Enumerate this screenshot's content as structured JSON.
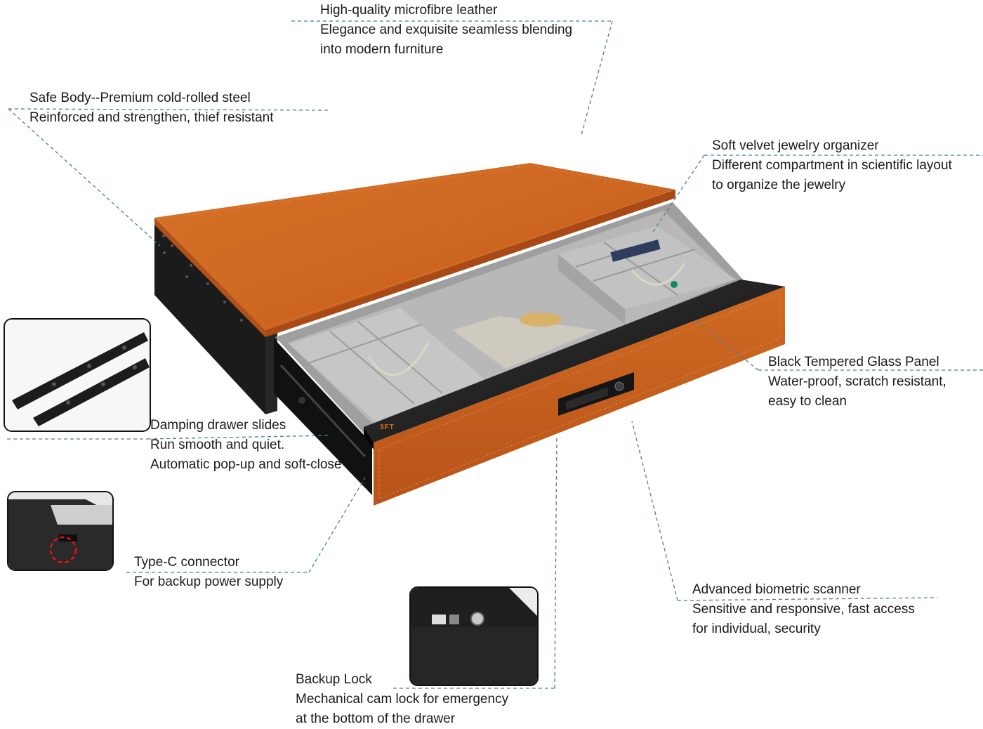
{
  "callouts": {
    "leather": {
      "title": "High-quality microfibre leather",
      "lines": [
        "Elegance and exquisite seamless blending",
        "into modern furniture"
      ]
    },
    "safe_body": {
      "title": "Safe Body--Premium cold-rolled steel",
      "lines": [
        "Reinforced and strengthen, thief resistant"
      ]
    },
    "organizer": {
      "title": "Soft velvet jewelry organizer",
      "lines": [
        "Different compartment in scientific layout",
        "to organize the jewelry"
      ]
    },
    "glass_panel": {
      "title": "Black Tempered Glass Panel",
      "lines": [
        "Water-proof, scratch resistant,",
        "easy to clean"
      ]
    },
    "slides": {
      "title": "Damping drawer slides",
      "lines": [
        "Run smooth and quiet.",
        "Automatic pop-up and soft-close"
      ]
    },
    "type_c": {
      "title": "Type-C connector",
      "lines": [
        "For backup power supply"
      ]
    },
    "scanner": {
      "title": "Advanced biometric scanner",
      "lines": [
        "Sensitive and responsive, fast access",
        "for individual, security"
      ]
    },
    "backup_lock": {
      "title": "Backup Lock",
      "lines": [
        "Mechanical cam lock for emergency",
        "at the bottom of the drawer"
      ]
    }
  },
  "product": {
    "brand_logo": "3FT",
    "colors": {
      "leather": "#c9601c",
      "leather_light": "#e0782c",
      "steel": "#1f1f1f",
      "velvet": "#b5b5b5",
      "leader_line": "#4a7f96"
    }
  },
  "icons": [
    "drawer-slide-icon",
    "type-c-port-icon",
    "cam-lock-icon",
    "fingerprint-scanner-icon"
  ]
}
